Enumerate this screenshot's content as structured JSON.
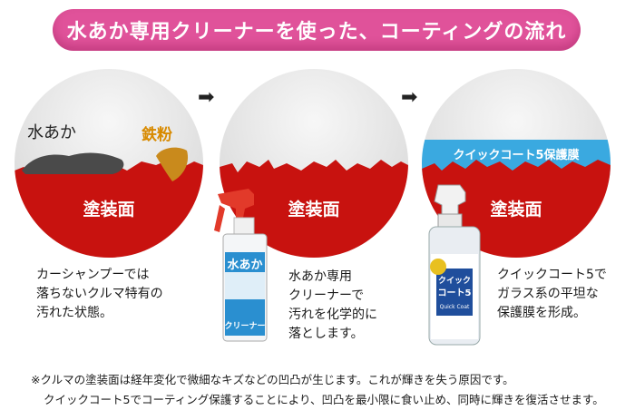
{
  "banner": {
    "title": "水あか専用クリーナーを使った、コーティングの流れ"
  },
  "stages": [
    {
      "paint_label": "塗装面",
      "labels": {
        "water_stain": "水あか",
        "iron_powder": "鉄粉"
      }
    },
    {
      "paint_label": "塗装面"
    },
    {
      "paint_label": "塗装面",
      "film_label": "クイックコート5保護膜"
    }
  ],
  "arrows": [
    "➡",
    "➡"
  ],
  "captions": [
    [
      "カーシャンプーでは",
      "落ちないクルマ特有の",
      "汚れた状態。"
    ],
    [
      "水あか専用",
      "クリーナーで",
      "汚れを化学的に",
      "落とします。"
    ],
    [
      "クイックコート5で",
      "ガラス系の平坦な",
      "保護膜を形成。"
    ]
  ],
  "products": {
    "cleaner": {
      "label_top": "水あか",
      "label_bottom": "クリーナー"
    },
    "coat": {
      "label_top": "クイック",
      "label_mid": "コート5",
      "label_small": "Quick Coat"
    }
  },
  "notes": [
    "※クルマの塗装面は経年変化で微細なキズなどの凹凸が生じます。これが輝きを失う原因です。",
    "クイックコート5でコーティング保護することにより、凹凸を最小限に食い止め、同時に輝きを復活させます。"
  ],
  "colors": {
    "banner": "#e0529a",
    "paint": "#c8120f",
    "film": "#3aa9e0",
    "stain": "#4a4a4a",
    "iron": "#c98a1c"
  }
}
